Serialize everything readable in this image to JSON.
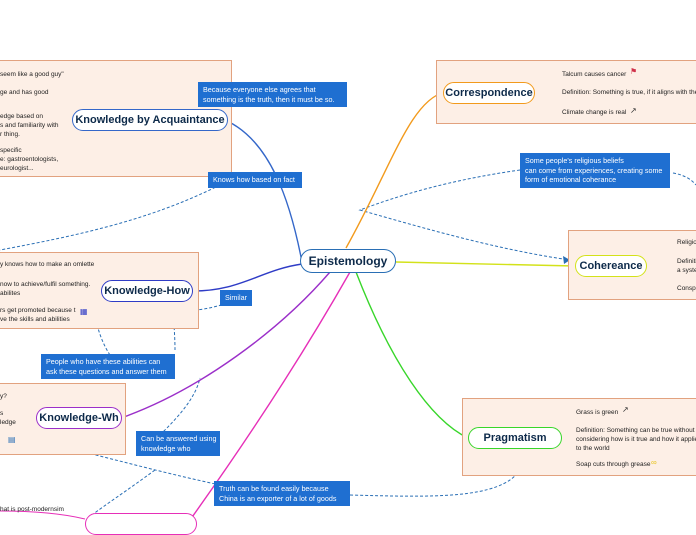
{
  "root": {
    "label": "Epistemology"
  },
  "branches": {
    "acquaintance": {
      "label": "Knowledge by Acquaintance",
      "leaves": [
        "seem  like a good guy\"",
        "ge and has good",
        "edge based on",
        "s and familiarity with",
        "r thing.",
        "specific",
        "e: gastroentologists,",
        "eurologist..."
      ]
    },
    "how": {
      "label": "Knowledge-How",
      "leaves": [
        "y knows how to make an omlette",
        "now to achieve/fulfil something.",
        "abilites",
        "rs get promoted because t",
        "ve the skills and abilities"
      ]
    },
    "wh": {
      "label": "Knowledge-Wh",
      "leaves": [
        "y?",
        "s",
        "ledge"
      ]
    },
    "postmodern": {
      "leaves": [
        "hat is post-modernsim"
      ]
    },
    "correspondence": {
      "label": "Correspondence",
      "leaves": [
        "Talcum causes cancer",
        "Definition: Something is true, if it aligns with the f",
        "Climate change is real"
      ]
    },
    "coherence": {
      "label": "Cohereance",
      "leaves": [
        "Religio",
        "Definiti",
        "a syster",
        "Conspi"
      ]
    },
    "pragmatism": {
      "label": "Pragmatism",
      "leaves": [
        "Grass is green",
        "Definition: Something can be true without",
        "considering how is it true and how it applies",
        "to the world",
        "Soap cuts through grease"
      ]
    }
  },
  "notes": {
    "everyone_agrees": [
      "Because everyone else agrees that",
      "something is the truth, then it must be so."
    ],
    "knows_fact": [
      "Knows how based on fact"
    ],
    "religious": [
      "Some people's religious beliefs",
      "can come from experiences, creating some",
      "form of emotional coherance"
    ],
    "similar": [
      "Similar"
    ],
    "abilities": [
      "People who have these abilities can",
      "ask these questions and answer them"
    ],
    "answered": [
      "Can be answered using",
      "knowledge who"
    ],
    "china": [
      "Truth can be found easily because",
      "China is  an exporter of a lot of goods"
    ]
  },
  "icons": [
    "flag-icon",
    "link-icon",
    "book-icon",
    "note-icon",
    "glasses-icon"
  ],
  "colors": {
    "panel_fill": "#fdefe6",
    "panel_border": "#e2a27f",
    "root_border": "#2a6fb5",
    "note_fill": "#1f6fd1",
    "acquaintance": "#3467c9",
    "how": "#2f3cc6",
    "wh": "#9b2fc9",
    "postmodern": "#e62fb8",
    "correspondence": "#f29a1c",
    "coherence": "#d3e21a",
    "pragmatism": "#38d62a"
  }
}
